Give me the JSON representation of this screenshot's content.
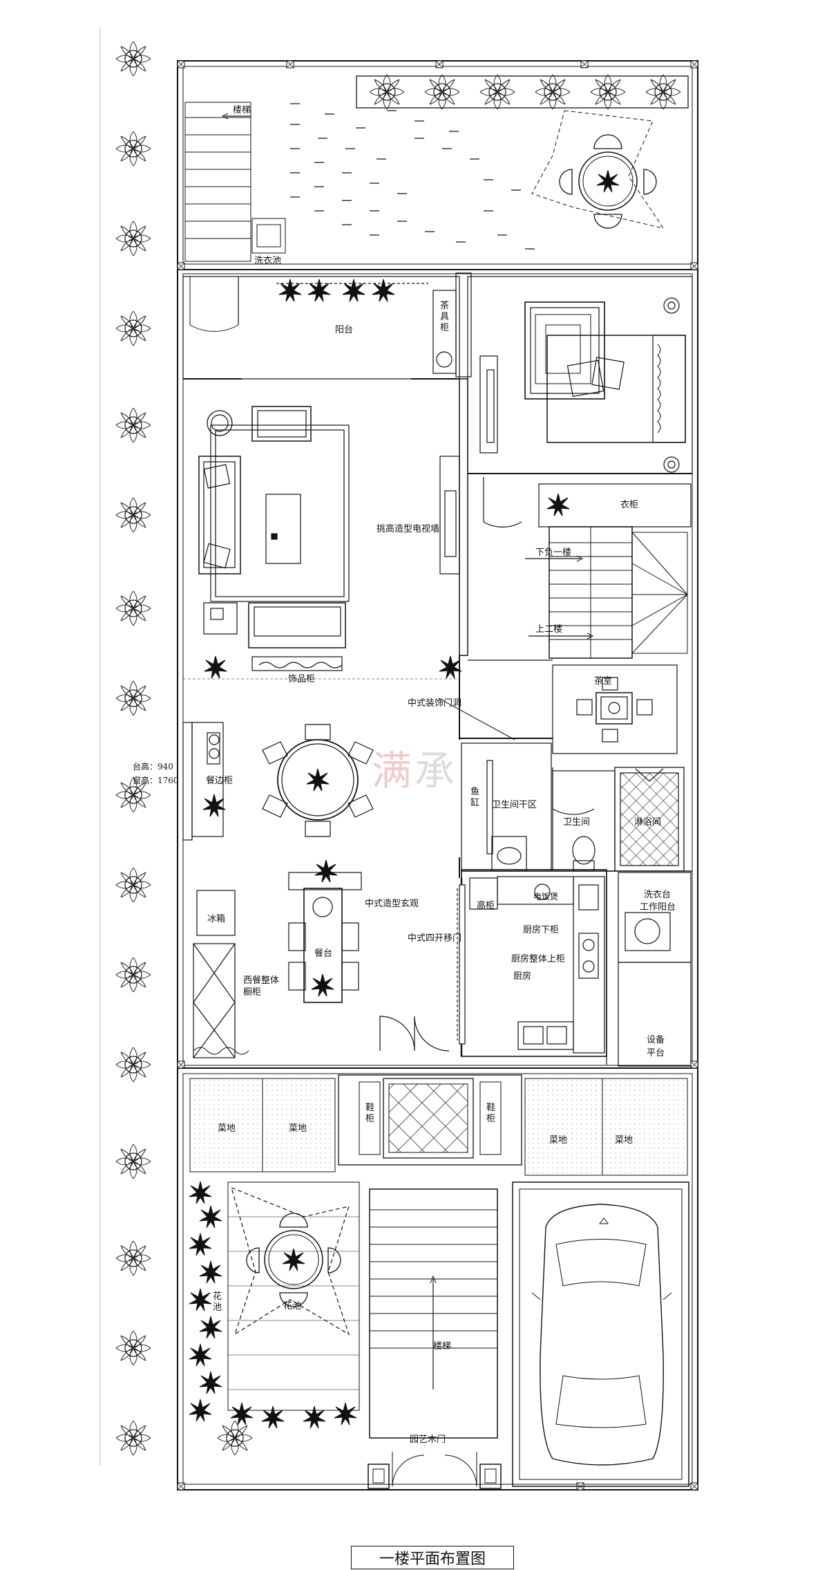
{
  "drawing": {
    "title": "一楼平面布置图",
    "watermark": [
      "满",
      "承"
    ],
    "labels": {
      "stair_roof": "楼梯",
      "wash_basin": "洗衣池",
      "balcony": "阳台",
      "tea_cabinet": "茶具柜",
      "tv_wall": "挑高造型电视墙",
      "wardrobe": "衣柜",
      "stair_down": "下负一楼",
      "stair_up": "上二楼",
      "display_cabinet": "饰品柜",
      "arch": "中式装饰门洞",
      "tea_room": "茶室",
      "counter_height": "台高：940",
      "window_height": "窗高：1760",
      "sideboard": "餐边柜",
      "bath_dry": "卫生间干区",
      "fish_tank": "鱼缸",
      "toilet": "卫生间",
      "shower": "淋浴间",
      "chinese_foyer": "中式造型玄观",
      "tall_cabinet": "高柜",
      "rice_cooker": "电饭煲",
      "kitchen_lower": "厨房下柜",
      "laundry": "洗衣台",
      "work_balcony": "工作阳台",
      "fridge": "冰箱",
      "sliding_door": "中式四开移门",
      "kitchen_upper": "厨房整体上柜",
      "dining_table": "餐台",
      "kitchen": "厨房",
      "western_cabinet": "西餐整体橱柜",
      "equipment": "设备平台",
      "vegetable": "菜地",
      "shoe_cabinet": "鞋柜",
      "flower_bed": "花池",
      "stair_entry": "楼梯",
      "garden_gate": "园艺木门"
    }
  }
}
